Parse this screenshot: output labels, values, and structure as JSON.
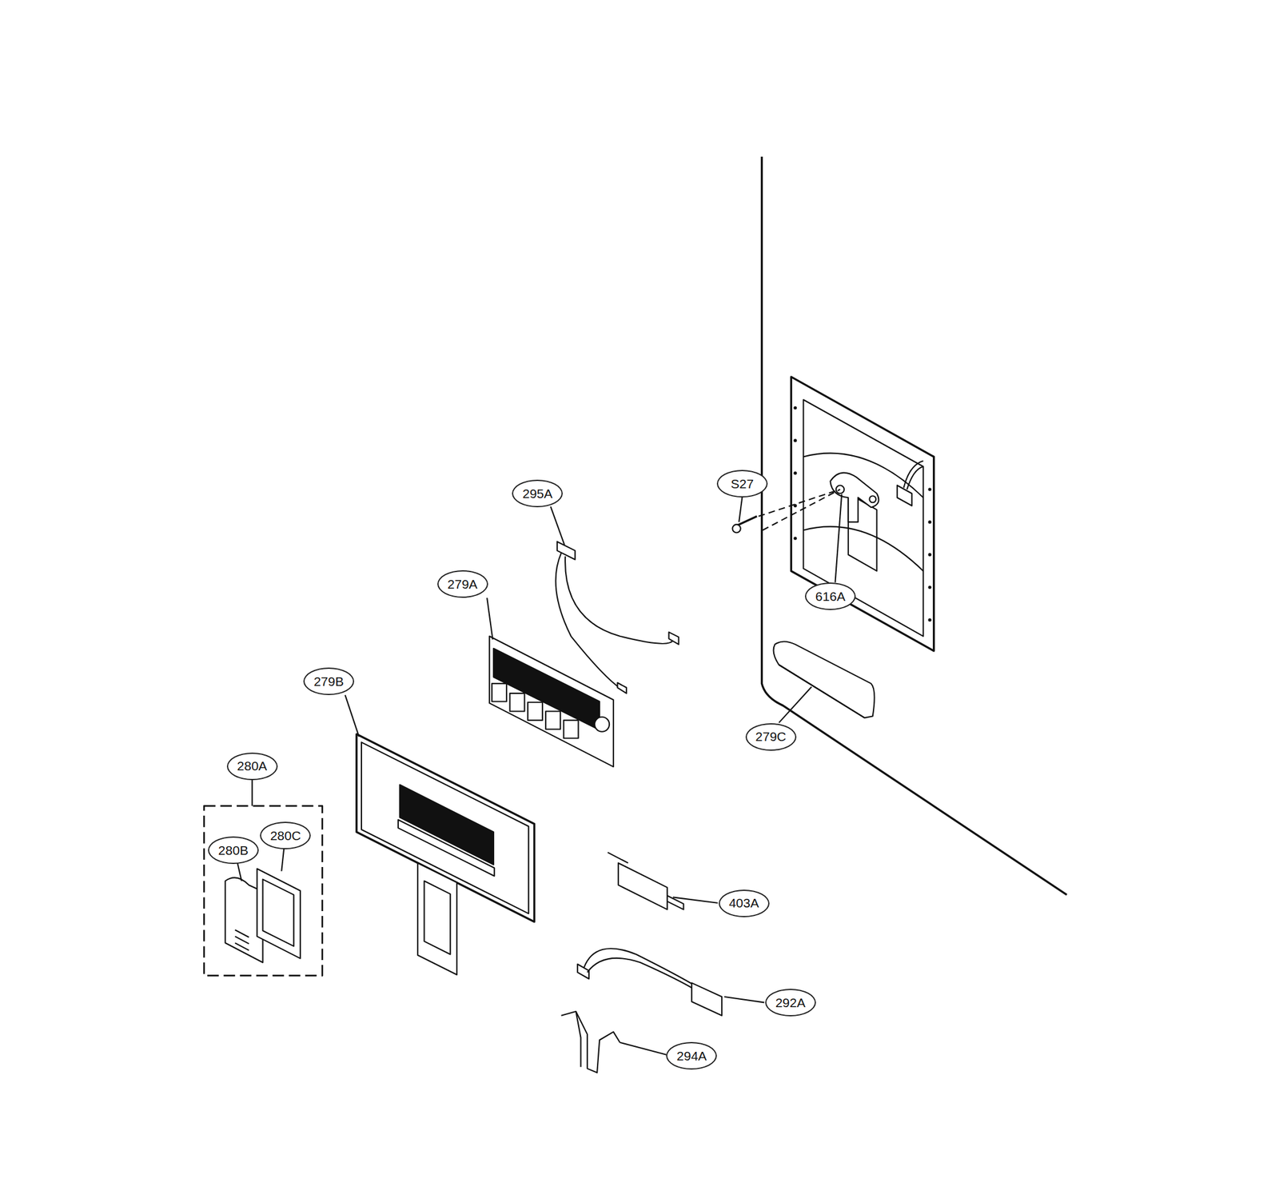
{
  "diagram": {
    "nodes": [
      {
        "text": [
          "295A"
        ]
      },
      {
        "text": [
          "279A"
        ]
      },
      {
        "text": [
          "S27"
        ]
      },
      {
        "text": [
          "616A"
        ]
      },
      {
        "text": [
          "279B"
        ]
      },
      {
        "text": [
          "279C"
        ]
      },
      {
        "text": [
          "280A"
        ]
      },
      {
        "text": [
          "280B"
        ]
      },
      {
        "text": [
          "280C"
        ]
      },
      {
        "text": [
          "403A"
        ]
      },
      {
        "text": [
          "292A"
        ]
      },
      {
        "text": [
          "294A"
        ]
      }
    ]
  }
}
